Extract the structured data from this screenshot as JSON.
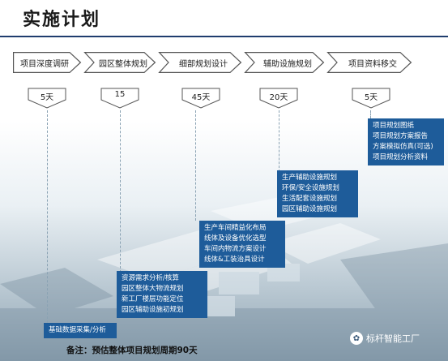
{
  "title": "实施计划",
  "phases": [
    {
      "label": "项目深度调研",
      "duration": "5天"
    },
    {
      "label": "园区整体规划",
      "duration": "15"
    },
    {
      "label": "细部规划设计",
      "duration": "45天"
    },
    {
      "label": "辅助设施规划",
      "duration": "20天"
    },
    {
      "label": "项目资料移交",
      "duration": "5天"
    }
  ],
  "tasks": [
    {
      "lines": [
        "基础数据采集/分析"
      ]
    },
    {
      "lines": [
        "资源需求分析/核算",
        "园区整体大物流规划",
        "新工厂楼层功能定位",
        "园区辅助设施初规划"
      ]
    },
    {
      "lines": [
        "生产车间精益化布局",
        "线体及设备优化选型",
        "车间内物流方案设计",
        "线体&工装治具设计"
      ]
    },
    {
      "lines": [
        "生产辅助设施规划",
        "环保/安全设施规划",
        "生活配套设施规划",
        "园区辅助设施规划"
      ]
    },
    {
      "lines": [
        "项目规划图纸",
        "项目规划方案报告",
        "方案模拟仿真(可选)",
        "项目规划分析资料"
      ]
    }
  ],
  "note": "备注：预估整体项目规划周期90天",
  "brand": "标杆智能工厂",
  "colors": {
    "task_box": "#1e5c9a",
    "title_rule": "#1f3d6e"
  }
}
